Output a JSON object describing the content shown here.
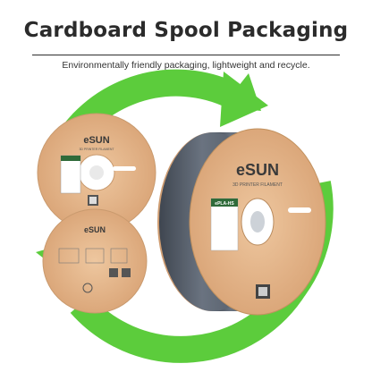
{
  "header": {
    "title": "Cardboard Spool Packaging",
    "subtitle": "Environmentally friendly packaging, lightweight and recycle."
  },
  "spools": {
    "brand": "eSUN",
    "tagline": "3D PRINTER FILAMENT",
    "label_product": "ePLA-HS"
  },
  "colors": {
    "arrow_green": "#5ccc3c",
    "cardboard": "#e6b98e",
    "filament": "#5d6673"
  },
  "icons": [
    "recycle-arrow-icon",
    "qr-code-icon",
    "recycle-symbol-icon"
  ]
}
